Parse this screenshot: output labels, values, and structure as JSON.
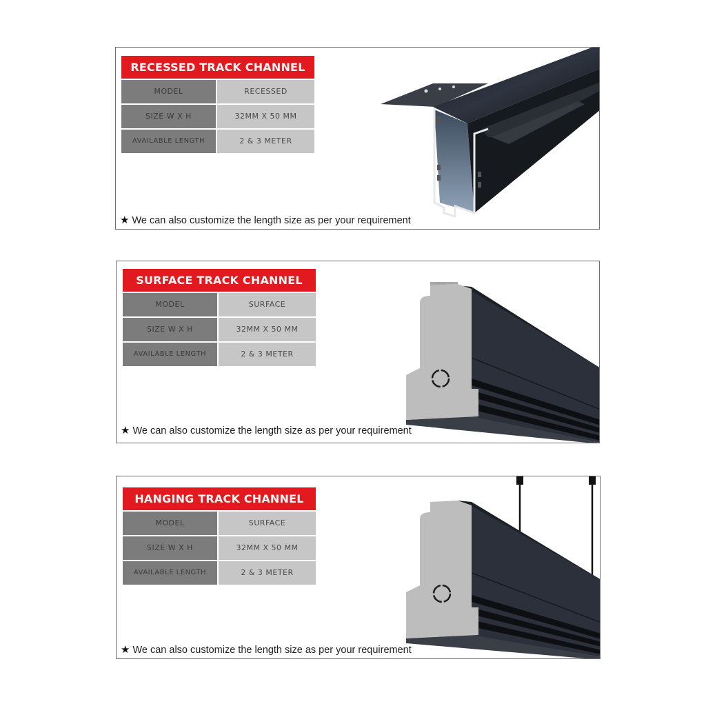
{
  "note_text": "We can also customize the length size as per your requirement",
  "colors": {
    "title_red": "#e2191f",
    "key_cell": "#7c7c7c",
    "value_cell": "#c6c6c6",
    "panel_border": "#6e6e6e"
  },
  "panels": [
    {
      "title": "RECESSED TRACK CHANNEL",
      "rows": [
        {
          "key": "MODEL",
          "value": "RECESSED"
        },
        {
          "key": "SIZE W X H",
          "value": "32MM X 50 MM"
        },
        {
          "key": "AVAILABLE LENGTH",
          "value": "2 & 3 METER"
        }
      ],
      "note_icon": "star-icon",
      "note": "We can also customize the length size as per your requirement",
      "image": "recessed-track-channel-profile"
    },
    {
      "title": "SURFACE TRACK CHANNEL",
      "rows": [
        {
          "key": "MODEL",
          "value": "SURFACE"
        },
        {
          "key": "SIZE W X H",
          "value": "32MM X 50 MM"
        },
        {
          "key": "AVAILABLE LENGTH",
          "value": "2 & 3 METER"
        }
      ],
      "note_icon": "star-icon",
      "note": "We can also customize the length size as per your requirement",
      "image": "surface-track-channel-profile"
    },
    {
      "title": "HANGING TRACK CHANNEL",
      "rows": [
        {
          "key": "MODEL",
          "value": "SURFACE"
        },
        {
          "key": "SIZE W X H",
          "value": "32MM X 50 MM"
        },
        {
          "key": "AVAILABLE LENGTH",
          "value": "2 & 3 METER"
        }
      ],
      "note_icon": "star-icon",
      "note": "We can also customize the length size as per your requirement",
      "image": "hanging-track-channel-profile"
    }
  ]
}
